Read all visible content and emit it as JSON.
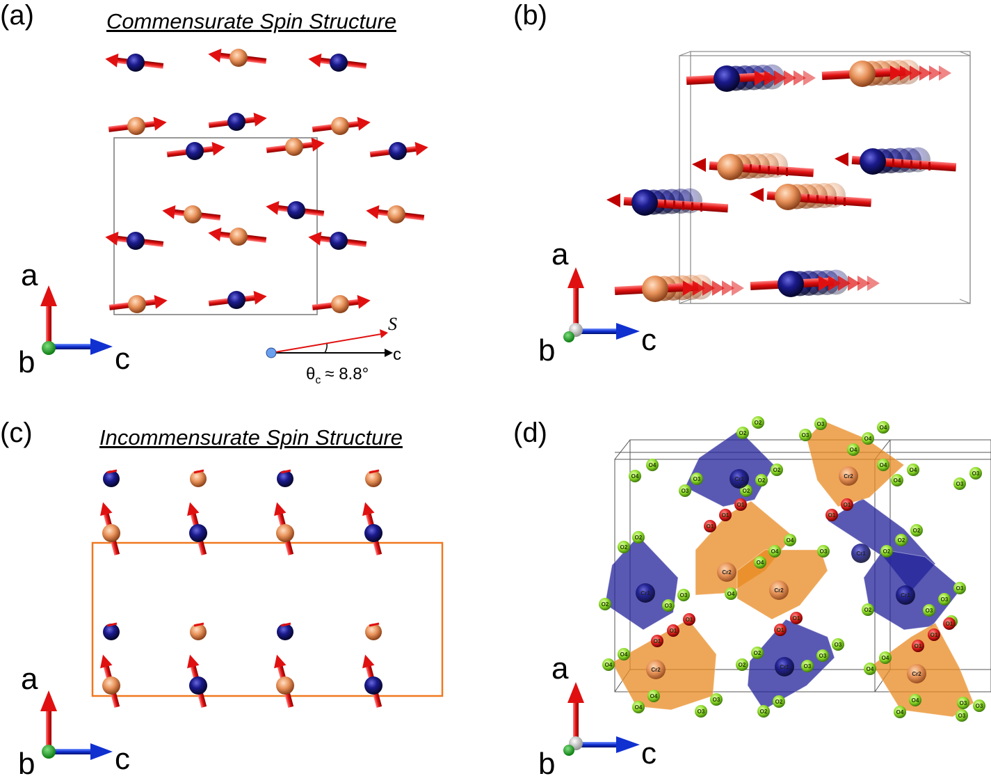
{
  "panels": {
    "a": {
      "letter": "(a)",
      "title": "Commensurate Spin Structure"
    },
    "b": {
      "letter": "(b)"
    },
    "c": {
      "letter": "(c)",
      "title": "Incommensurate Spin Structure"
    },
    "d": {
      "letter": "(d)"
    }
  },
  "axes": {
    "a": "a",
    "b": "b",
    "c": "c"
  },
  "angle_inset": {
    "spin_label": "S",
    "axis_label": "c",
    "angle_symbol": "θ",
    "angle_subscript": "c",
    "angle_value": "≈ 8.8°"
  },
  "atom_labels": {
    "o1": "O1",
    "o2": "O2",
    "o3": "O3",
    "o4": "O4",
    "cr1": "Cr1",
    "cr2": "Cr2"
  },
  "colors": {
    "cr1_atom": "#1a1a8c",
    "cr2_atom": "#e8925a",
    "spin_arrow": "#e01010",
    "axis_a": "#e01010",
    "axis_c": "#1030d0",
    "axis_b": "#10a020",
    "oxygen_o1": "#e02020",
    "oxygen_other": "#8fdc2a",
    "cr1_polyhedron": "#22229a",
    "cr2_polyhedron": "#e88a20",
    "cell_box_c": "#f07820"
  }
}
